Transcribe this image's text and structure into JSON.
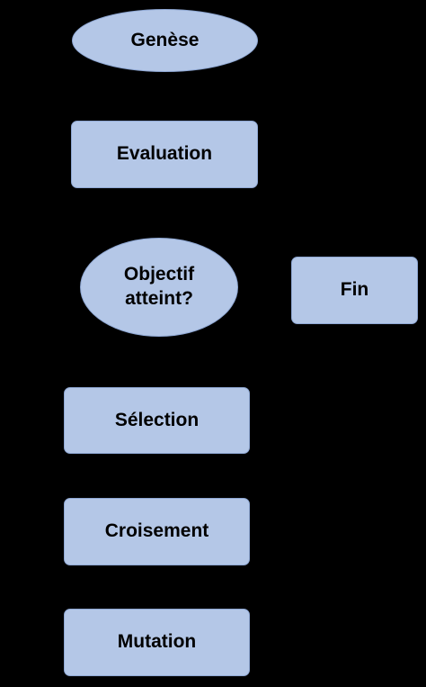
{
  "diagram": {
    "background": "#000000",
    "node_fill": "#b4c7e7",
    "nodes": {
      "genese": {
        "label": "Genèse",
        "shape": "ellipse"
      },
      "evaluation": {
        "label": "Evaluation",
        "shape": "rounded-rectangle"
      },
      "objectif": {
        "label": "Objectif\natteint?",
        "shape": "ellipse"
      },
      "fin": {
        "label": "Fin",
        "shape": "rounded-rectangle"
      },
      "selection": {
        "label": "Sélection",
        "shape": "rounded-rectangle"
      },
      "croisement": {
        "label": "Croisement",
        "shape": "rounded-rectangle"
      },
      "mutation": {
        "label": "Mutation",
        "shape": "rounded-rectangle"
      }
    }
  }
}
